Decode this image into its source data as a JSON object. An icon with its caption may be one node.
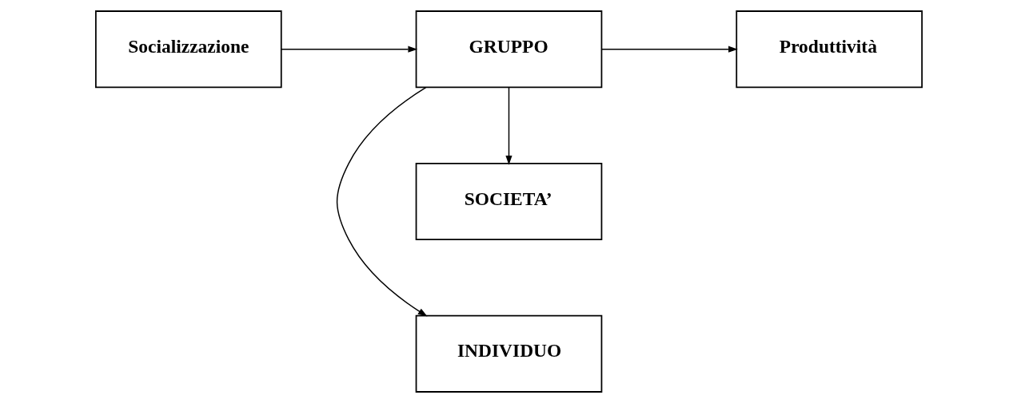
{
  "diagram": {
    "nodes": [
      {
        "text": [
          "INDIVIDUO"
        ]
      },
      {
        "text": [
          "Socializzazione"
        ]
      },
      {
        "text": [
          "GRUPPO"
        ]
      },
      {
        "text": [
          "Produttività"
        ]
      },
      {
        "text": [
          "SOCIETA’"
        ]
      }
    ],
    "edges": [
      {
        "from": 1,
        "to": 2,
        "arrow": "to"
      },
      {
        "from": 2,
        "to": 0,
        "arrow": "to"
      },
      {
        "from": 2,
        "to": 3,
        "arrow": "to"
      },
      {
        "from": 2,
        "to": 4,
        "arrow": "to"
      }
    ]
  }
}
